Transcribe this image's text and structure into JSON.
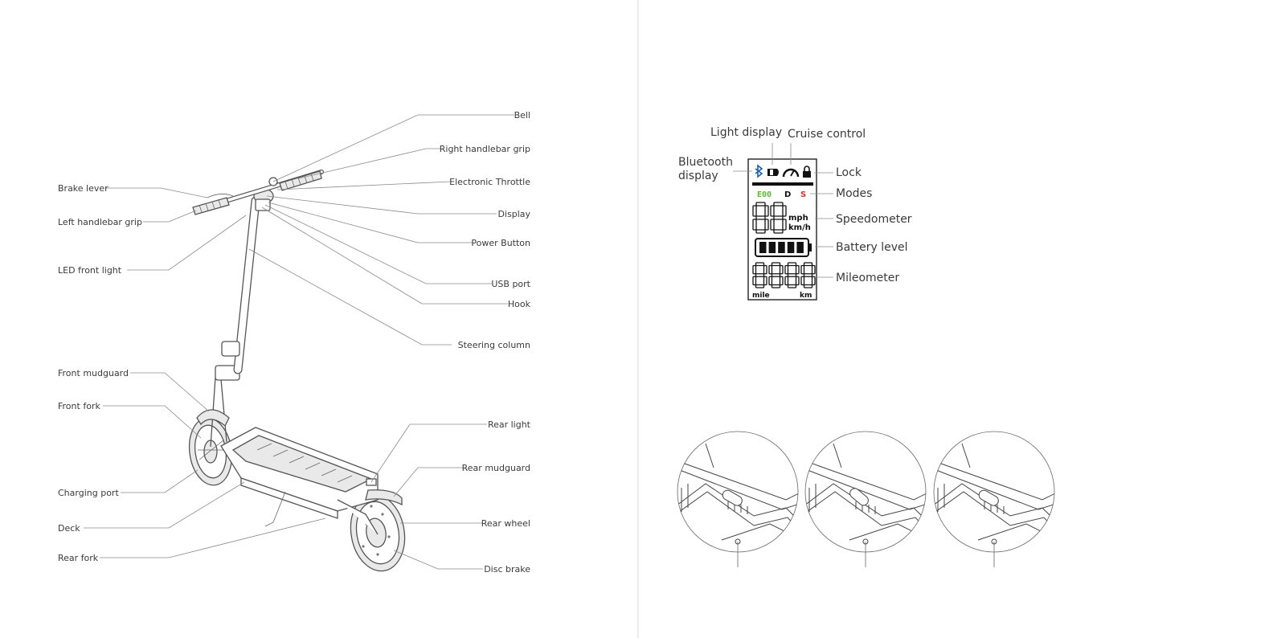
{
  "scooter_labels": {
    "bell": "Bell",
    "right_grip": "Right handlebar grip",
    "throttle": "Electronic Throttle",
    "display": "Display",
    "power_button": "Power Button",
    "usb_port": "USB port",
    "hook": "Hook",
    "steering_column": "Steering column",
    "rear_light": "Rear light",
    "rear_mudguard": "Rear mudguard",
    "rear_wheel": "Rear wheel",
    "disc_brake": "Disc brake",
    "brake_lever": "Brake lever",
    "left_grip": "Left handlebar grip",
    "led_front_light": "LED front light",
    "front_mudguard": "Front mudguard",
    "front_fork": "Front fork",
    "charging_port": "Charging port",
    "deck": "Deck",
    "rear_fork": "Rear fork"
  },
  "display_labels": {
    "light_display": "Light display",
    "cruise_control": "Cruise control",
    "bluetooth_line1": "Bluetooth",
    "bluetooth_line2": "display",
    "lock": "Lock",
    "modes": "Modes",
    "speedometer": "Speedometer",
    "battery_level": "Battery level",
    "mileometer": "Mileometer"
  },
  "lcd": {
    "mode_text": "E00",
    "mode_mid": "D",
    "mode_right": "S",
    "speed_digits": "88",
    "unit_mph": "mph",
    "unit_kmh": "km/h",
    "odometer_digits": "8888",
    "unit_mile": "mile",
    "unit_km": "km",
    "battery_bars": 5
  },
  "colors": {
    "bluetooth": "#1a5fb4",
    "mode_green": "#5cb82f",
    "mode_red": "#e0312b"
  }
}
